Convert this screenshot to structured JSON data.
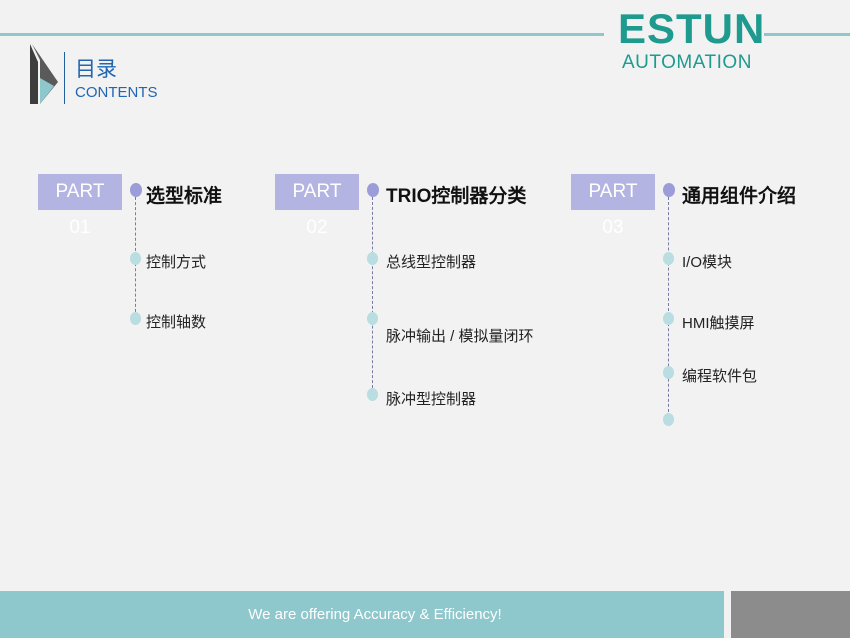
{
  "brand": {
    "logo_text": "ESTUN",
    "logo_sub": "AUTOMATION",
    "accent": "#1f9a8f",
    "line_color": "#8ec7cc"
  },
  "header": {
    "title_cn": "目录",
    "title_en": "CONTENTS"
  },
  "parts": [
    {
      "badge": "PART 01",
      "title": "选型标准",
      "items": [
        "控制方式",
        "控制轴数"
      ]
    },
    {
      "badge": "PART 02",
      "title": "TRIO控制器分类",
      "items": [
        "总线型控制器",
        "脉冲输出 / 模拟量闭环",
        "脉冲型控制器"
      ]
    },
    {
      "badge": "PART 03",
      "title": "通用组件介绍",
      "items": [
        "I/O模块",
        "HMI触摸屏",
        "编程软件包"
      ]
    }
  ],
  "footer": {
    "slogan": "We are offering Accuracy & Efficiency!"
  },
  "colors": {
    "badge_bg": "#b4b4e3",
    "dot_main": "#9c9cd8",
    "dot_sub": "#b9dde0",
    "footer_band": "#8ec7cc",
    "footer_gray": "#8c8c8c"
  }
}
